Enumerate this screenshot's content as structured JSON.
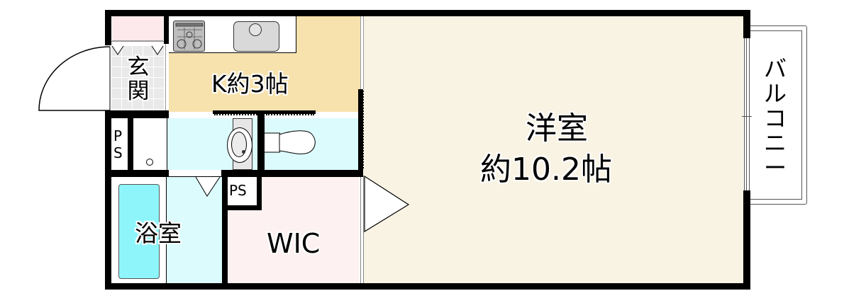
{
  "floorplan": {
    "colors": {
      "wall": "#000000",
      "western_room": "#f9f3e4",
      "kitchen": "#f7e2ae",
      "wet_area": "#dcfbfd",
      "bathtub": "#8ef6fb",
      "wic": "#fdf1f1",
      "storage_top": "#fde8ec",
      "entrance_tile": "#e9e9e9",
      "fixture_gray": "#d9d9d9"
    },
    "rooms": {
      "entrance": {
        "label": "玄関"
      },
      "kitchen": {
        "label": "K約3帖"
      },
      "ps_left": {
        "label": "PS"
      },
      "ps_center": {
        "label": "PS"
      },
      "bathroom": {
        "label": "浴室"
      },
      "wic": {
        "label": "WIC"
      },
      "western_room": {
        "label_line1": "洋室",
        "label_line2": "約10.2帖"
      },
      "balcony": {
        "label": "バルコニー"
      }
    },
    "fixtures": [
      "gas-stove",
      "kitchen-sink",
      "washbasin",
      "toilet",
      "bathtub",
      "washing-machine-drain"
    ]
  }
}
